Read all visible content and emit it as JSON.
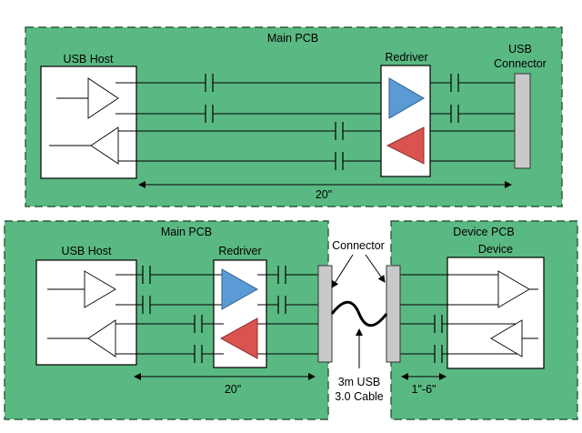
{
  "top": {
    "pcb_title": "Main PCB",
    "host_label": "USB Host",
    "redriver_label": "Redriver",
    "connector_label_line1": "USB",
    "connector_label_line2": "Connector",
    "length_label": "20\""
  },
  "bottom": {
    "main_pcb_title": "Main PCB",
    "device_pcb_title": "Device PCB",
    "host_label": "USB Host",
    "redriver_label": "Redriver",
    "device_label": "Device",
    "connector_label": "Connector",
    "cable_label_line1": "3m USB",
    "cable_label_line2": "3.0 Cable",
    "host_length_label": "20\"",
    "device_length_label": "1\"-6\""
  },
  "colors": {
    "pcb_fill": "#5ab982",
    "redriver_tx": "#5b9bd5",
    "redriver_rx": "#d9534f",
    "connector": "#c9c9c9"
  }
}
